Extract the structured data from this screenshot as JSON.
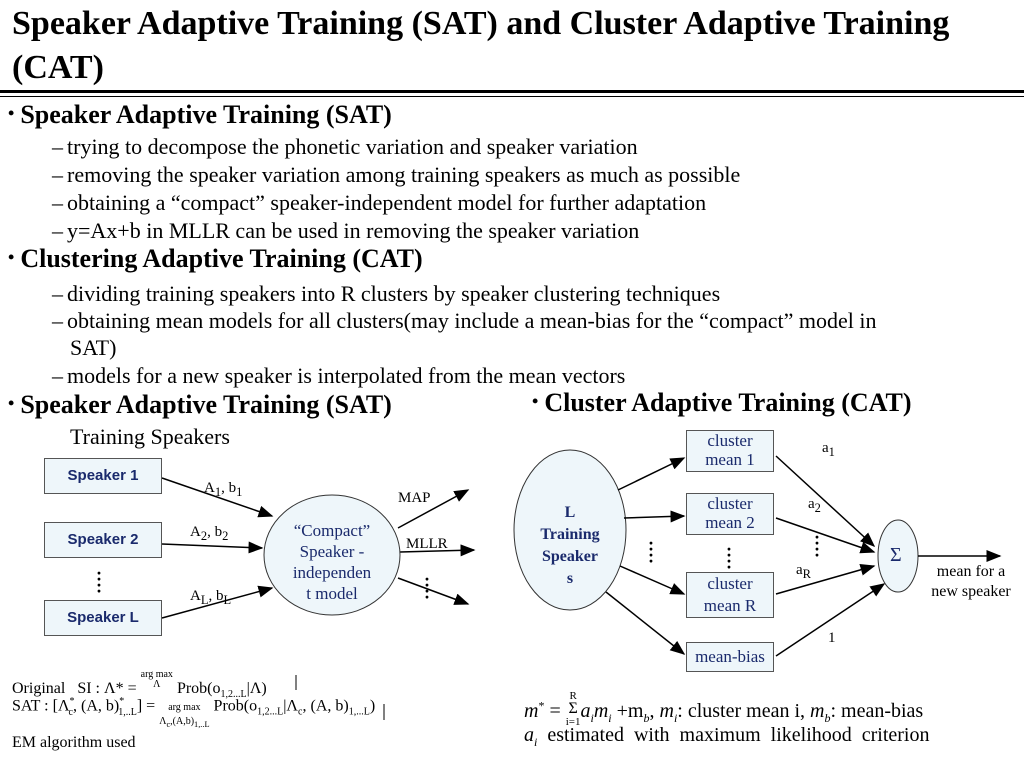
{
  "title": "Speaker Adaptive Training (SAT) and Cluster Adaptive Training (CAT)",
  "sections": [
    {
      "heading": "Speaker Adaptive Training (SAT)",
      "items": [
        "trying to decompose the phonetic variation and speaker variation",
        "removing the speaker variation among training speakers as much as possible",
        "obtaining a “compact” speaker-independent model for further adaptation",
        "y=Ax+b in MLLR can be used in removing the speaker variation"
      ]
    },
    {
      "heading": "Clustering Adaptive Training (CAT)",
      "items": [
        "dividing training speakers into R clusters by speaker clustering techniques",
        "obtaining mean models for all clusters(may include a mean-bias for the “compact” model in",
        "SAT)",
        "models for a new speaker is interpolated from the mean vectors"
      ]
    }
  ],
  "sat_diagram": {
    "heading": "Speaker Adaptive Training (SAT)",
    "subheading": "Training Speakers",
    "speakers": [
      "Speaker 1",
      "Speaker 2",
      "Speaker L"
    ],
    "transforms": [
      "A",
      "1",
      "b",
      "1",
      "A",
      "2",
      "b",
      "2",
      "A",
      "L",
      "b",
      "L"
    ],
    "model": [
      "“Compact”",
      "Speaker -",
      "independen",
      "t model"
    ],
    "outputs": [
      "MAP",
      "MLLR"
    ],
    "formula_original": [
      "Original",
      "SI : Λ* =",
      "arg max",
      "Λ",
      "Prob(o",
      "1,2...L",
      "|Λ)"
    ],
    "formula_sat": [
      "SAT : [Λ",
      "*",
      "c",
      ", (A, b)",
      "*",
      "1,..L",
      "] =",
      "arg max",
      "Λ",
      "c",
      ",(A,b)",
      "1,..L",
      "Prob(o",
      "1,2...L",
      "|Λ",
      "c",
      ", (A, b)",
      "1,...L",
      ")"
    ],
    "em_note": "EM algorithm  used"
  },
  "cat_diagram": {
    "heading": "Cluster Adaptive Training (CAT)",
    "training_speakers": [
      "L",
      "Training",
      "Speaker",
      "s"
    ],
    "clusters": [
      [
        "cluster",
        "mean 1"
      ],
      [
        "cluster",
        "mean 2"
      ],
      [
        "cluster",
        "mean R"
      ]
    ],
    "mean_bias": "mean-bias",
    "weights": [
      "a",
      "1",
      "a",
      "2",
      "a",
      "R",
      "1"
    ],
    "sum_symbol": "Σ",
    "output": [
      "mean for a",
      "new speaker"
    ],
    "formula": [
      "m",
      "*",
      " = ",
      "Σ",
      "R",
      "i=1",
      "a",
      "i",
      "m",
      "i",
      " +m",
      "b",
      ", ",
      "m",
      "i",
      ": cluster mean i, ",
      "m",
      "b",
      ": mean-bias"
    ],
    "formula2": [
      "a",
      "i",
      "  estimated  with  maximum  likelihood  criterion"
    ]
  }
}
